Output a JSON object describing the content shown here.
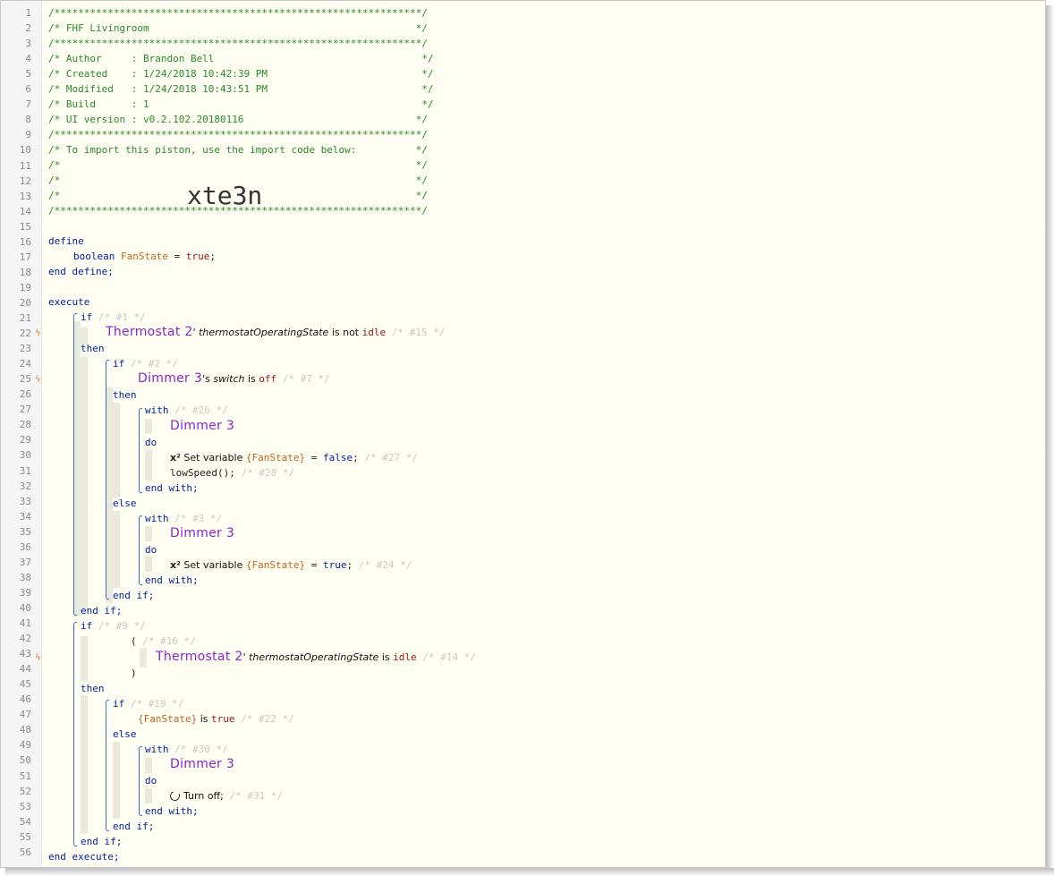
{
  "header_comment": {
    "border": "/**************************************************************/",
    "title": "/* FHF Livingroom                                             */",
    "author": "/* Author     : Brandon Bell                                   */",
    "created": "/* Created    : 1/24/2018 10:42:39 PM                          */",
    "modified": "/* Modified   : 1/24/2018 10:43:51 PM                          */",
    "build": "/* Build      : 1                                              */",
    "ui_version": "/* UI version : v0.2.102.20180116                             */",
    "import_note": "/* To import this piston, use the import code below:          */",
    "blank": "/*                                                            */",
    "import_code": "xte3n"
  },
  "code": {
    "define": "define",
    "boolean": "boolean",
    "fanstate": "FanState",
    "fanstate_braced": "{FanState}",
    "eq": " = ",
    "true": "true",
    "false": "false",
    "semi": ";",
    "end_define": "end define;",
    "execute": "execute",
    "end_execute": "end execute;",
    "if": "if",
    "then": "then",
    "else": "else",
    "end_if": "end if;",
    "with": "with",
    "do": "do",
    "end_with": "end with;",
    "is_not": " is not ",
    "is": " is ",
    "idle": "idle",
    "off": "off",
    "device_thermostat": "Thermostat 2",
    "device_dimmer": "Dimmer 3",
    "poss_thermo": "' ",
    "poss_dimmer": "'s ",
    "attr_thermo": "thermostatOperatingState",
    "attr_switch": "switch",
    "set_variable": " Set variable ",
    "x2": "x²",
    "low_speed": "lowSpeed();",
    "turn_off": "Turn off;",
    "paren_open": "(",
    "paren_close": ")",
    "m1": " /* #1 */",
    "m15": " /* #15 */",
    "m2": " /* #2 */",
    "m7": " /* #7 */",
    "m26": " /* #26 */",
    "m27": " /* #27 */",
    "m28": " /* #28 */",
    "m3": " /* #3 */",
    "m24": " /* #24 */",
    "m9": " /* #9 */",
    "m16": " /* #16 */",
    "m14": " /* #14 */",
    "m19": " /* #19 */",
    "m22": " /* #22 */",
    "m30": " /* #30 */",
    "m31": " /* #31 */"
  },
  "line_numbers": [
    "1",
    "2",
    "3",
    "4",
    "5",
    "6",
    "7",
    "8",
    "9",
    "10",
    "11",
    "12",
    "13",
    "14",
    "15",
    "16",
    "17",
    "18",
    "19",
    "20",
    "21",
    "22",
    "23",
    "24",
    "25",
    "26",
    "27",
    "28",
    "29",
    "30",
    "31",
    "32",
    "33",
    "34",
    "35",
    "36",
    "37",
    "38",
    "39",
    "40",
    "41",
    "42",
    "43",
    "44",
    "45",
    "46",
    "47",
    "48",
    "49",
    "50",
    "51",
    "52",
    "53",
    "54",
    "55",
    "56"
  ],
  "colors": {
    "comment": "#2a8a2a",
    "keyword": "#001ea8",
    "device": "#8b25c9",
    "variable": "#c4641c",
    "value": "#a01818",
    "marker": "#c8c8c8",
    "trigger_bolt": "#e7792b"
  },
  "icons": {
    "trigger_lines": [
      "22",
      "25",
      "43"
    ],
    "trigger_icon": "bolt-icon",
    "turn_off_icon": "power-icon"
  }
}
